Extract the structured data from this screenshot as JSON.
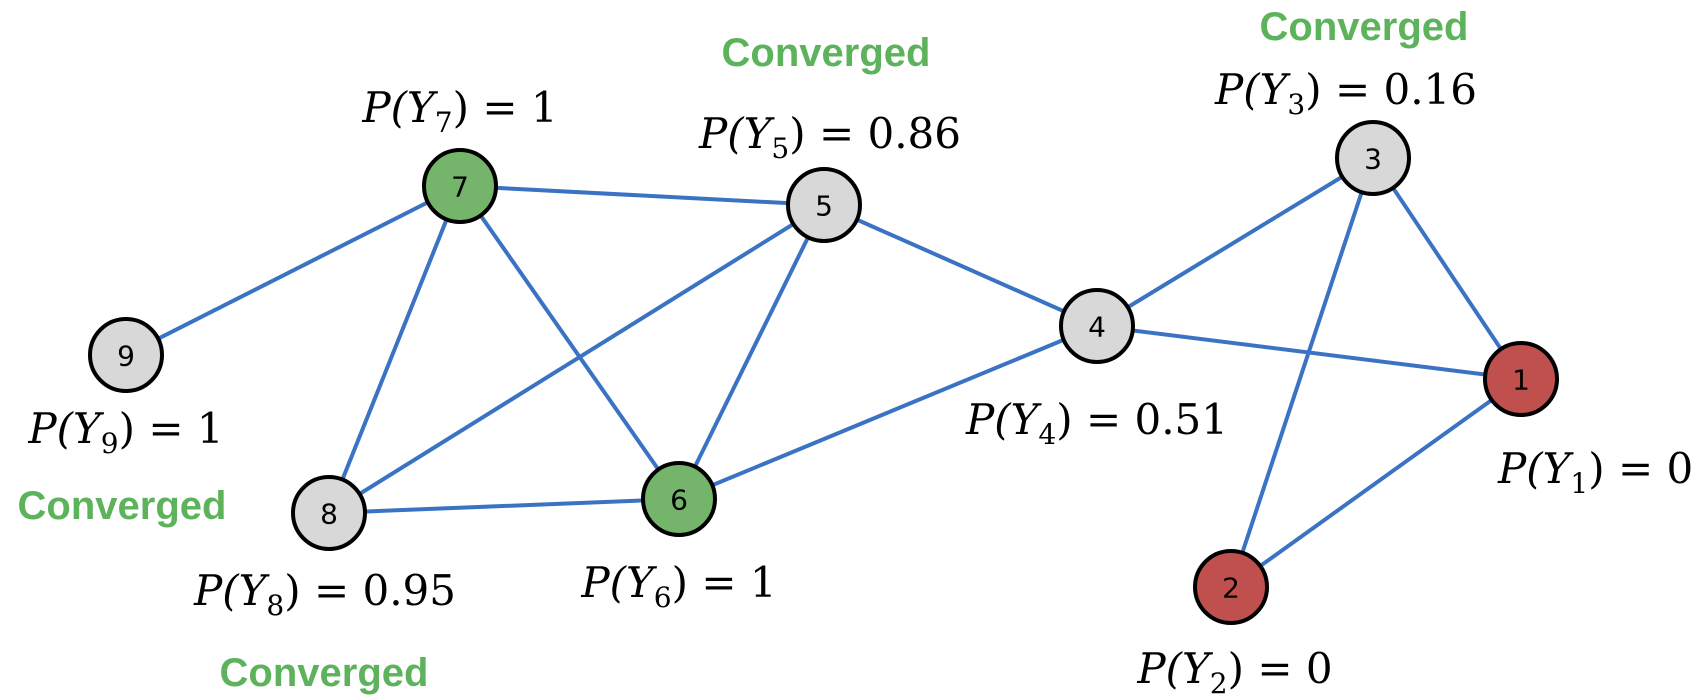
{
  "colors": {
    "edge": "#3a73c4",
    "converged_green": "#5db35b",
    "highlight_red": "#e03c31",
    "node_gray": "#d8d8d8",
    "node_green": "#74b46b",
    "node_red": "#c0504d"
  },
  "nodes": [
    {
      "id": "1",
      "label": "1",
      "state": "red",
      "prob": {
        "prefix": "P(Y",
        "sub": "1",
        "suffix": ") = 0"
      }
    },
    {
      "id": "2",
      "label": "2",
      "state": "red",
      "prob": {
        "prefix": "P(Y",
        "sub": "2",
        "suffix": ") = 0"
      }
    },
    {
      "id": "3",
      "label": "3",
      "state": "gray",
      "prob": {
        "prefix": "P(Y",
        "sub": "3",
        "suffix": ") = 0.16"
      }
    },
    {
      "id": "4",
      "label": "4",
      "state": "gray",
      "prob": {
        "prefix": "P(Y",
        "sub": "4",
        "suffix": ") = 0.51"
      }
    },
    {
      "id": "5",
      "label": "5",
      "state": "gray",
      "prob": {
        "prefix": "P(Y",
        "sub": "5",
        "suffix": ") = 0.86"
      }
    },
    {
      "id": "6",
      "label": "6",
      "state": "green",
      "prob": {
        "prefix": "P(Y",
        "sub": "6",
        "suffix": ") = 1"
      }
    },
    {
      "id": "7",
      "label": "7",
      "state": "green",
      "prob": {
        "prefix": "P(Y",
        "sub": "7",
        "suffix": ") = 1"
      }
    },
    {
      "id": "8",
      "label": "8",
      "state": "gray",
      "prob": {
        "prefix": "P(Y",
        "sub": "8",
        "suffix": ") = 0.95"
      }
    },
    {
      "id": "9",
      "label": "9",
      "state": "gray",
      "prob": {
        "prefix": "P(Y",
        "sub": "9",
        "suffix": ") = 1"
      }
    }
  ],
  "edges": [
    [
      "7",
      "5"
    ],
    [
      "7",
      "9"
    ],
    [
      "7",
      "8"
    ],
    [
      "7",
      "6"
    ],
    [
      "5",
      "8"
    ],
    [
      "5",
      "6"
    ],
    [
      "5",
      "4"
    ],
    [
      "8",
      "6"
    ],
    [
      "6",
      "4"
    ],
    [
      "4",
      "3"
    ],
    [
      "4",
      "1"
    ],
    [
      "3",
      "1"
    ],
    [
      "3",
      "2"
    ],
    [
      "1",
      "2"
    ]
  ],
  "status_labels": [
    {
      "id": "converged-5",
      "text": "Converged"
    },
    {
      "id": "converged-3",
      "text": "Converged"
    },
    {
      "id": "converged-9",
      "text": "Converged"
    },
    {
      "id": "converged-8",
      "text": "Converged"
    }
  ]
}
